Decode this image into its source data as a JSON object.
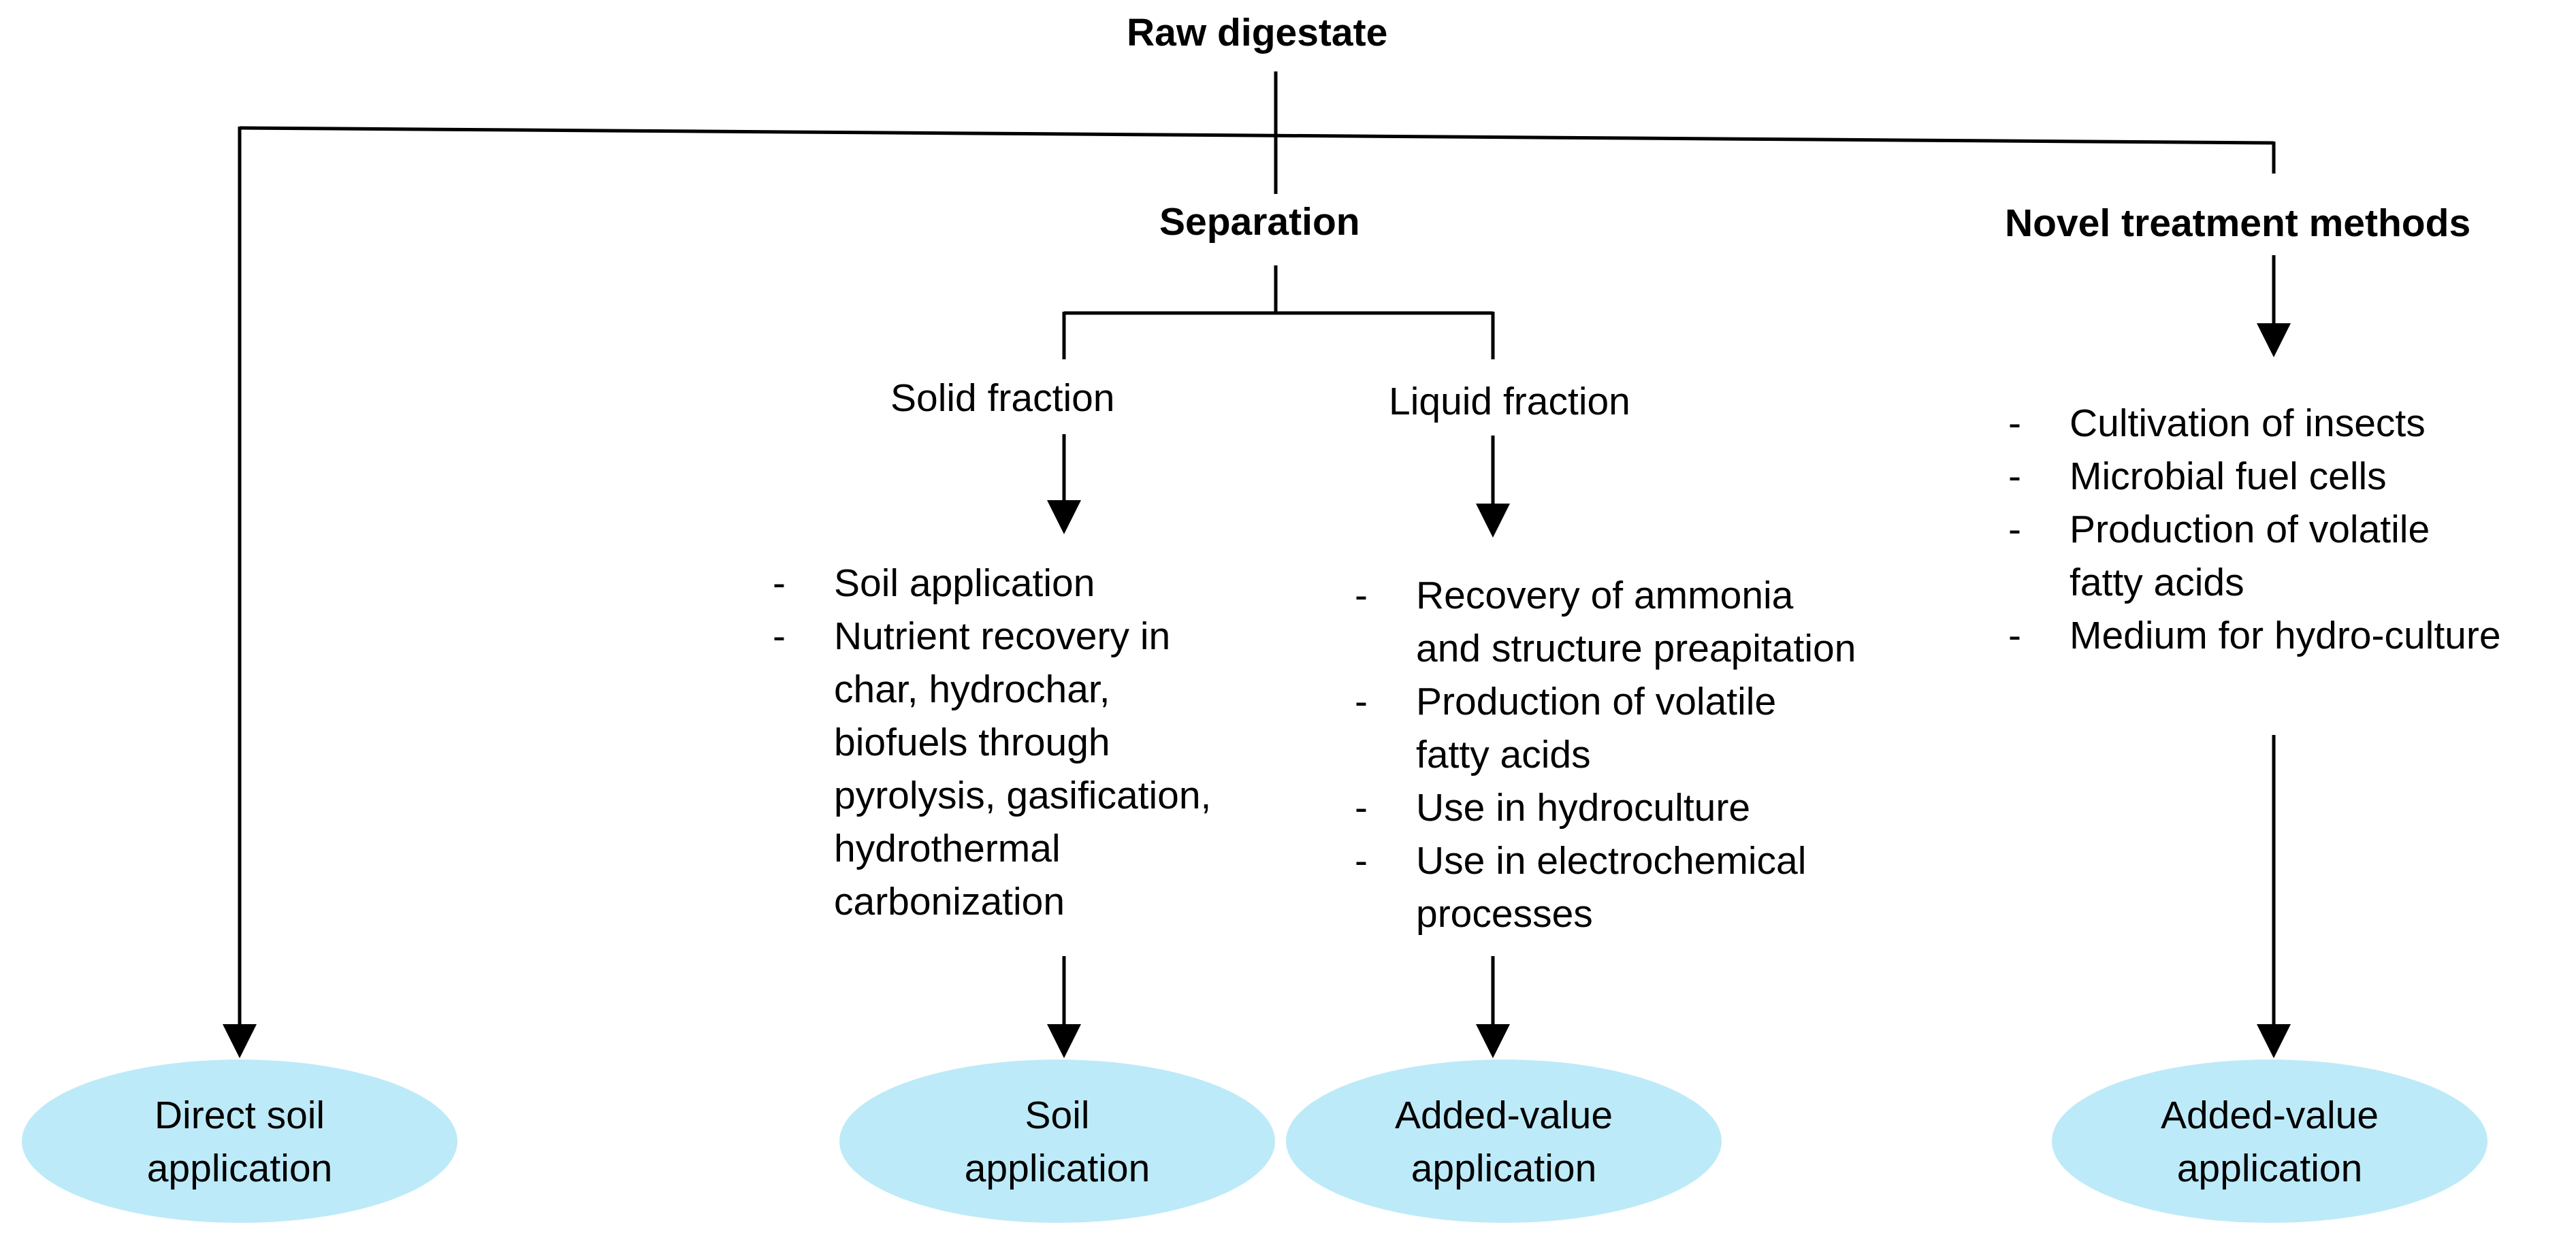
{
  "nodes": {
    "root": "Raw digestate",
    "separation": "Separation",
    "novel": "Novel treatment methods",
    "solid": "Solid fraction",
    "liquid": "Liquid fraction"
  },
  "solid_list": [
    [
      "Soil application"
    ],
    [
      "Nutrient recovery in",
      "char, hydrochar,",
      "biofuels through",
      "pyrolysis, gasification,",
      "hydrothermal",
      "carbonization"
    ]
  ],
  "liquid_list": [
    [
      "Recovery of ammonia",
      "and structure preapitation"
    ],
    [
      "Production of volatile",
      "fatty acids"
    ],
    [
      "Use in hydroculture"
    ],
    [
      "Use in electrochemical",
      "processes"
    ]
  ],
  "novel_list": [
    [
      "Cultivation of insects"
    ],
    [
      "Microbial fuel cells"
    ],
    [
      "Production of volatile",
      "fatty acids"
    ],
    [
      "Medium for hydro-culture"
    ]
  ],
  "dash": "-",
  "outcomes": {
    "direct": [
      "Direct soil",
      "application"
    ],
    "soil": [
      "Soil",
      "application"
    ],
    "added1": [
      "Added-value",
      "application"
    ],
    "added2": [
      "Added-value",
      "application"
    ]
  },
  "colors": {
    "oval_fill": "#bdeaf8",
    "line": "#000000"
  }
}
